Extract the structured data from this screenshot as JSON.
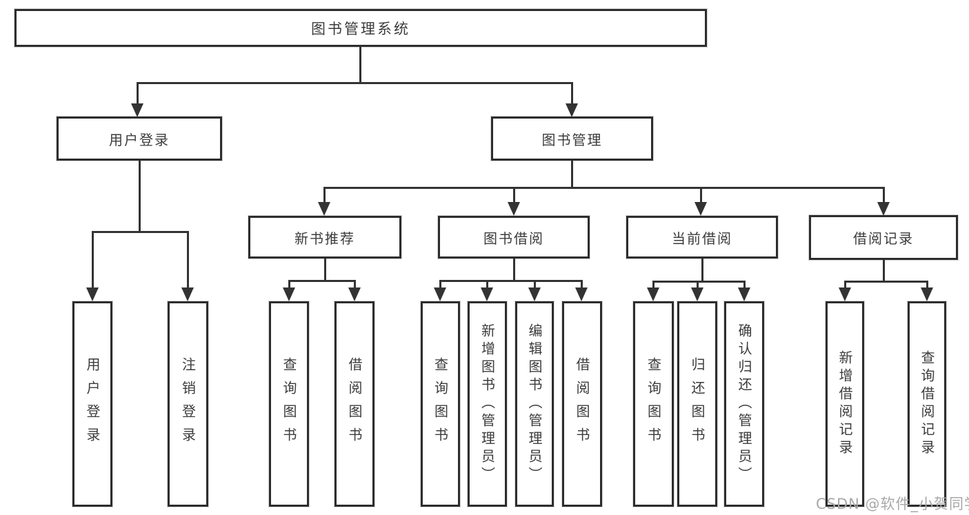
{
  "diagram": {
    "root": {
      "label": "图书管理系统"
    },
    "user_login": {
      "label": "用户登录",
      "children": [
        {
          "label": "用户登录"
        },
        {
          "label": "注销登录"
        }
      ]
    },
    "book_mgmt": {
      "label": "图书管理",
      "children": [
        {
          "label": "新书推荐",
          "children": [
            {
              "label": "查询图书"
            },
            {
              "label": "借阅图书"
            }
          ]
        },
        {
          "label": "图书借阅",
          "children": [
            {
              "label": "查询图书"
            },
            {
              "label": "新增图书（管理员）"
            },
            {
              "label": "编辑图书（管理员）"
            },
            {
              "label": "借阅图书"
            }
          ]
        },
        {
          "label": "当前借阅",
          "children": [
            {
              "label": "查询图书"
            },
            {
              "label": "归还图书"
            },
            {
              "label": "确认归还（管理员）"
            }
          ]
        },
        {
          "label": "借阅记录",
          "children": [
            {
              "label": "新增借阅记录"
            },
            {
              "label": "查询借阅记录"
            }
          ]
        }
      ]
    }
  },
  "watermark": {
    "text": "CSDN @软件_小贺同学"
  },
  "colors": {
    "background": "#ffffff",
    "box_border": "#2d2d2d",
    "line": "#333333",
    "text": "#3b3b3b",
    "watermark": "#a8a8a8"
  }
}
